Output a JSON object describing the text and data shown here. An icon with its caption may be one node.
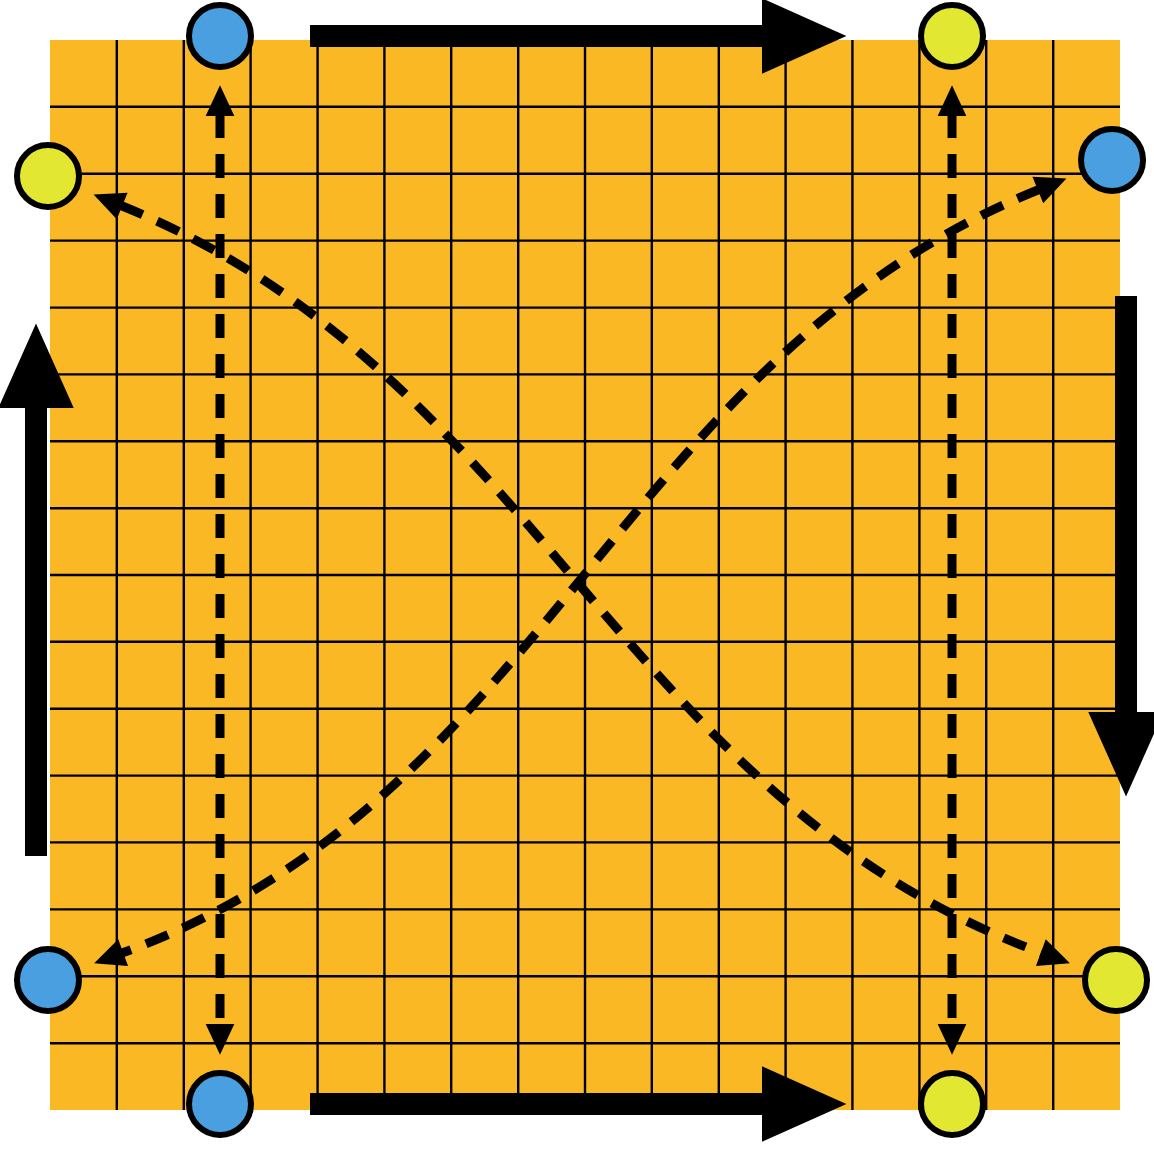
{
  "diagram": {
    "nodes": [
      {
        "text": [],
        "shape": "circle"
      },
      {
        "text": [],
        "shape": "circle"
      },
      {
        "text": [],
        "shape": "circle"
      },
      {
        "text": [],
        "shape": "circle"
      },
      {
        "text": [],
        "shape": "circle"
      },
      {
        "text": [],
        "shape": "circle"
      },
      {
        "text": [],
        "shape": "circle"
      },
      {
        "text": [],
        "shape": "circle"
      }
    ],
    "edges": [
      {
        "from": 0,
        "to": 6,
        "arrow": "both",
        "style": "dashed"
      },
      {
        "from": 1,
        "to": 7,
        "arrow": "both",
        "style": "dashed"
      },
      {
        "from": 2,
        "to": 5,
        "arrow": "both",
        "style": "dashed"
      },
      {
        "from": 3,
        "to": 4,
        "arrow": "both",
        "style": "dashed"
      }
    ]
  }
}
